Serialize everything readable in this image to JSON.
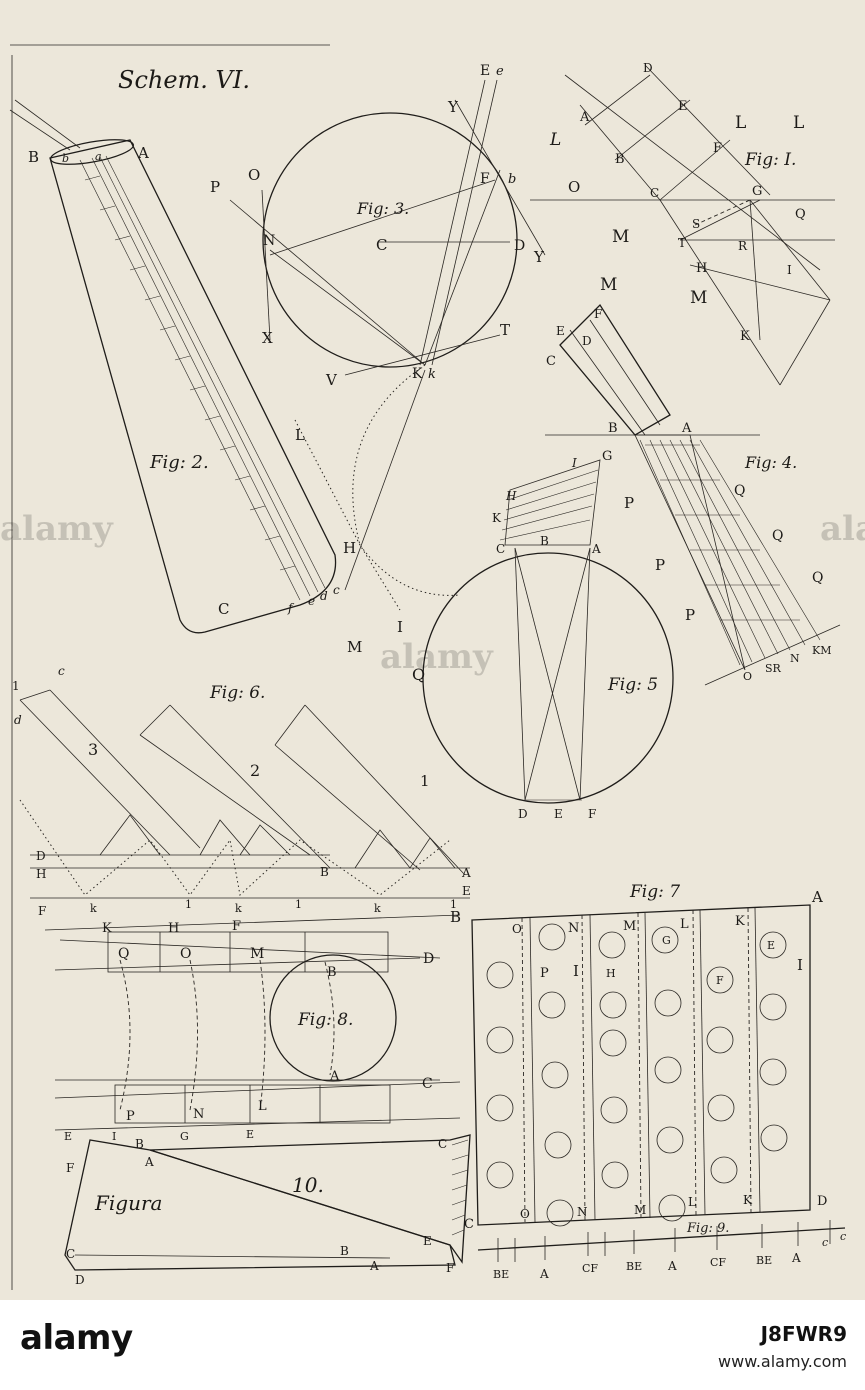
{
  "plate": {
    "title": "Schem. VI.",
    "figures": {
      "fig1": "Fig: I.",
      "fig2": "Fig: 2.",
      "fig3": "Fig: 3.",
      "fig4": "Fig: 4.",
      "fig5": "Fig: 5",
      "fig6": "Fig: 6.",
      "fig7": "Fig: 7",
      "fig8": "Fig: 8.",
      "fig9": "Fig: 9.",
      "fig10_word": "Figura",
      "fig10_num": "10."
    },
    "labels": {
      "fig1": [
        "D",
        "A",
        "E",
        "L",
        "L",
        "L",
        "B",
        "F",
        "O",
        "C",
        "G",
        "S",
        "Q",
        "M",
        "T",
        "R",
        "H",
        "I",
        "M",
        "M",
        "K"
      ],
      "fig2": [
        "B",
        "b",
        "a",
        "A",
        "C",
        "f",
        "e",
        "d",
        "c"
      ],
      "fig3": [
        "E",
        "e",
        "Y",
        "P",
        "O",
        "N",
        "C",
        "F",
        "b",
        "D",
        "Y",
        "X",
        "V",
        "K",
        "k",
        "T",
        "L",
        "H",
        "I",
        "M"
      ],
      "fig4": [
        "F",
        "E",
        "D",
        "C",
        "B",
        "A",
        "P",
        "P",
        "P",
        "Q",
        "Q",
        "Q",
        "O",
        "SR",
        "N",
        "KM"
      ],
      "fig5": [
        "H",
        "I",
        "G",
        "K",
        "C",
        "B",
        "A",
        "Q",
        "D",
        "E",
        "F"
      ],
      "fig6": [
        "1",
        "c",
        "d",
        "3",
        "2",
        "1",
        "D",
        "H",
        "F",
        "B",
        "E",
        "A",
        "k",
        "1",
        "k",
        "1",
        "k",
        "1"
      ],
      "fig7": [
        "A",
        "O",
        "N",
        "M",
        "L",
        "K",
        "I",
        "P",
        "I",
        "H",
        "G",
        "F",
        "E",
        "D",
        "O",
        "N",
        "M",
        "L",
        "K"
      ],
      "fig8": [
        "K",
        "H",
        "F",
        "B",
        "Q",
        "O",
        "M",
        "D",
        "B",
        "A",
        "C",
        "P",
        "N",
        "L",
        "E",
        "I",
        "G",
        "E"
      ],
      "fig9_axis": [
        "BE",
        "A",
        "CF",
        "BE",
        "A",
        "CF",
        "BE",
        "A",
        "c",
        "c"
      ],
      "fig10": [
        "B",
        "A",
        "C",
        "F",
        "C",
        "E",
        "D",
        "B",
        "A",
        "F"
      ]
    }
  },
  "watermark": {
    "repeat_text": "alamy"
  },
  "footer": {
    "logo": "alamy",
    "image_id": "J8FWR9",
    "site": "www.alamy.com"
  },
  "colors": {
    "paper": "#ece7da",
    "ink": "#1f1d1a",
    "footer_bg": "#ffffff"
  }
}
